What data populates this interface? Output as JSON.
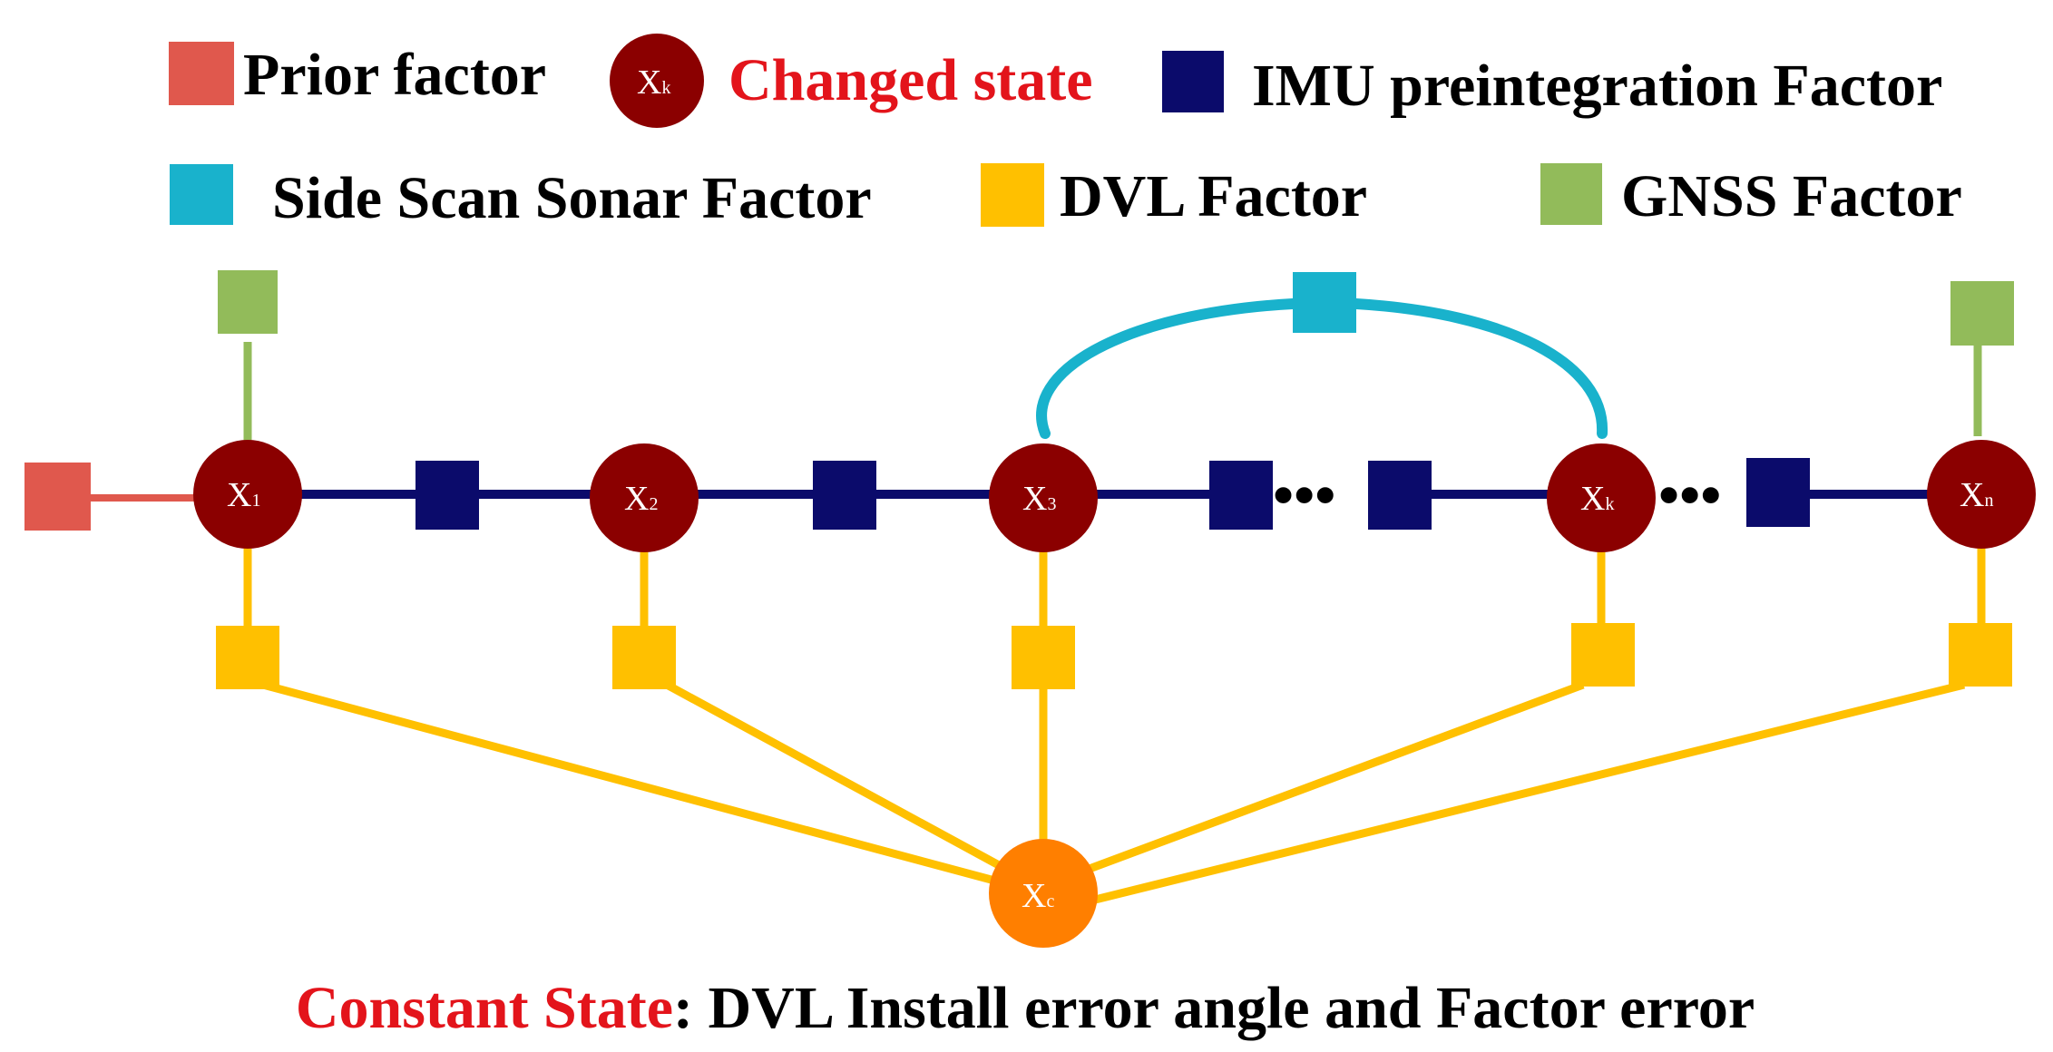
{
  "colors": {
    "prior": "#e0584d",
    "state": "#8b0000",
    "imu": "#0b0b6b",
    "sonar": "#19b2cc",
    "dvl": "#ffc000",
    "gnss": "#92bb5a",
    "constant": "#ff7f00",
    "highlight_text": "#e3141b",
    "dots": "#000000"
  },
  "legend": {
    "prior": "Prior factor",
    "changed_state_symbol": "X",
    "changed_state_sub": "k",
    "changed_state": "Changed state",
    "imu": "IMU preintegration Factor",
    "sonar": "Side Scan Sonar Factor",
    "dvl": "DVL Factor",
    "gnss": "GNSS Factor"
  },
  "nodes": [
    {
      "symbol": "X",
      "sub": "1"
    },
    {
      "symbol": "X",
      "sub": "2"
    },
    {
      "symbol": "X",
      "sub": "3"
    },
    {
      "symbol": "X",
      "sub": "k"
    },
    {
      "symbol": "X",
      "sub": "n"
    }
  ],
  "constant_node": {
    "symbol": "X",
    "sub": "c"
  },
  "ellipsis": [
    "•••",
    "•••"
  ],
  "footer": {
    "highlight": "Constant State",
    "rest": ": DVL Install error angle and Factor error"
  }
}
